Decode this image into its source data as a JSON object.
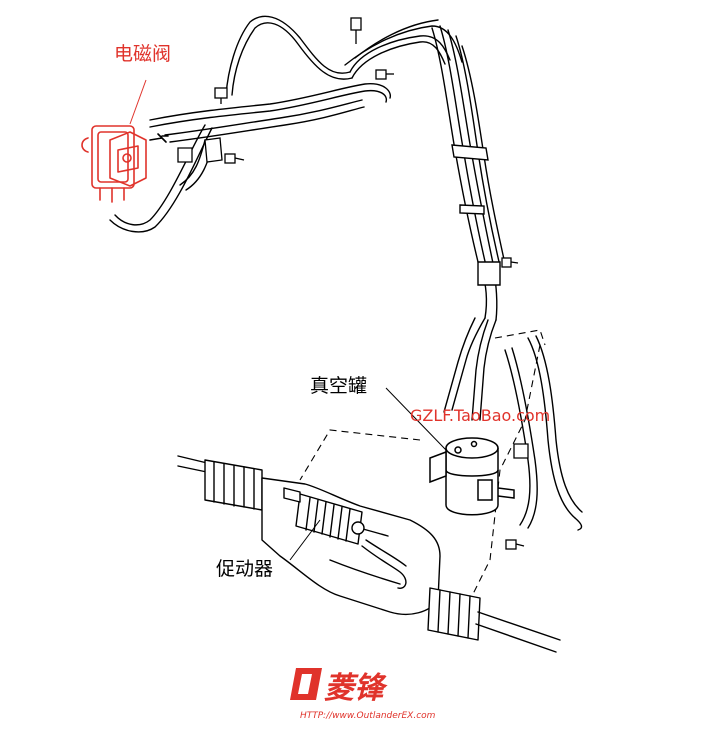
{
  "labels": {
    "solenoid_valve": "电磁阀",
    "vacuum_tank": "真空罐",
    "actuator": "促动器"
  },
  "watermark": "GZLF.TaoBao.com",
  "logo": {
    "text": "菱锋",
    "url": "HTTP://www.OutlanderEX.com"
  },
  "colors": {
    "highlight_red": "#e0332b",
    "watermark_red": "#e0332b",
    "line": "#000000"
  }
}
